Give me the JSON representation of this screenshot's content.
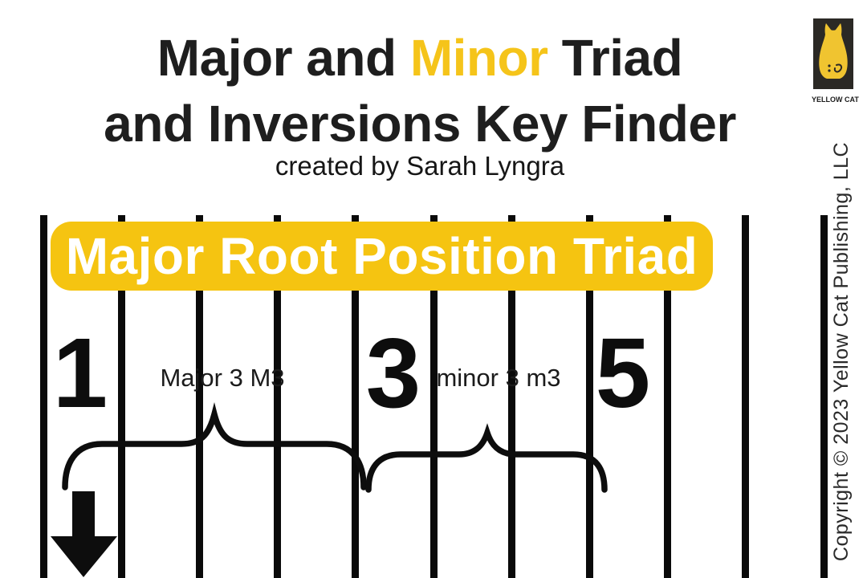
{
  "header": {
    "title_line1": {
      "part1": "Major and ",
      "highlight": "Minor",
      "part2": " Triad"
    },
    "title_line2": "and Inversions Key Finder",
    "subtitle": "created by Sarah Lyngra"
  },
  "logo": {
    "label": "YELLOW CAT"
  },
  "copyright_text": "Copyright © 2023 Yellow Cat Publishing, LLC",
  "banner": {
    "label": "Major Root Position Triad"
  },
  "diagram": {
    "scale_degrees": [
      {
        "value": "1"
      },
      {
        "value": "3"
      },
      {
        "value": "5"
      }
    ],
    "interval_labels": [
      {
        "value": "Major 3 M3"
      },
      {
        "value": "minor 3 m3"
      }
    ]
  },
  "colors": {
    "accent_yellow": "#f5c411",
    "ink_black": "#0a0a0a",
    "banner_text": "#ffffff"
  }
}
